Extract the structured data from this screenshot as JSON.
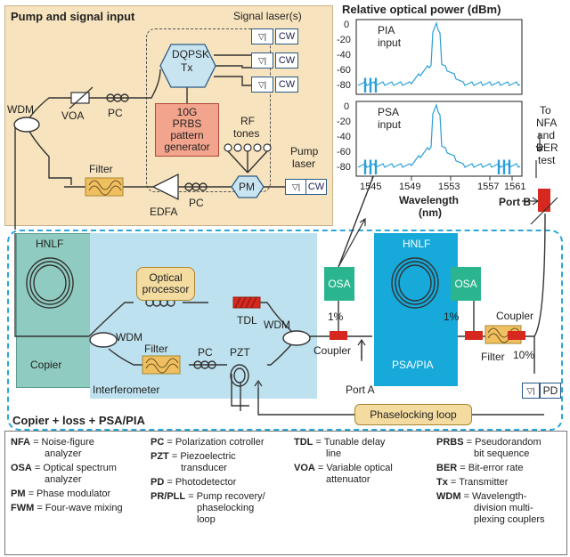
{
  "pump_section": {
    "title": "Pump and signal input",
    "signal_lasers_label": "Signal laser(s)",
    "cw_labels": [
      "CW",
      "CW",
      "CW"
    ],
    "dqpsk_label_1": "DQPSK",
    "dqpsk_label_2": "Tx",
    "prbs_label_1": "10G",
    "prbs_label_2": "PRBS",
    "prbs_label_3": "pattern",
    "prbs_label_4": "generator",
    "rf_label_1": "RF",
    "rf_label_2": "tones",
    "pump_laser_label_1": "Pump",
    "pump_laser_label_2": "laser",
    "pump_cw_label": "CW",
    "pm_label": "PM",
    "pc_top_label": "PC",
    "pc_bottom_label": "PC",
    "voa_label": "VOA",
    "wdm_label": "WDM",
    "filter_label": "Filter",
    "edfa_label": "EDFA"
  },
  "spectra": {
    "title": "Relative optical power (dBm)",
    "panel_1_label_1": "PIA",
    "panel_1_label_2": "input",
    "panel_2_label_1": "PSA",
    "panel_2_label_2": "input",
    "y_ticks": [
      "0",
      "-20",
      "-40",
      "-60",
      "-80"
    ],
    "x_ticks": [
      "1545",
      "1549",
      "1553",
      "1557",
      "1561"
    ],
    "x_label_1": "Wavelength",
    "x_label_2": "(nm)"
  },
  "right_labels": {
    "to_line_1": "To",
    "to_line_2": "NFA",
    "to_line_3": "and",
    "to_line_4": "BER",
    "to_line_5": "test",
    "port_b": "Port B"
  },
  "bottom_section": {
    "hnlf_copier_label": "HNLF",
    "copier_label": "Copier",
    "optical_processor_1": "Optical",
    "optical_processor_2": "processor",
    "tdl_label": "TDL",
    "wdm_left_label": "WDM",
    "wdm_right_label": "WDM",
    "filter_label": "Filter",
    "pc_label": "PC",
    "pzt_label": "PZT",
    "interferometer_label": "Interferometer",
    "osa_left": "OSA",
    "osa_right": "OSA",
    "one_percent_left": "1%",
    "one_percent_right": "1%",
    "coupler_left": "Coupler",
    "coupler_right": "Coupler",
    "hnlf_psa_label": "HNLF",
    "psa_pia_label": "PSA/PIA",
    "filter_right_label": "Filter",
    "ten_percent": "10%",
    "pd_label": "PD",
    "port_a": "Port A",
    "phaselocking_loop": "Phaselocking loop",
    "section_title": "Copier + loss + PSA/PIA"
  },
  "legend": {
    "col1": [
      {
        "abbr": "NFA",
        "def": "= Noise-figure",
        "def2": "analyzer"
      },
      {
        "abbr": "OSA",
        "def": "= Optical spectrum",
        "def2": "analyzer"
      },
      {
        "abbr": "PM",
        "def": "= Phase modulator",
        "def2": ""
      },
      {
        "abbr": "FWM",
        "def": "= Four-wave mixing",
        "def2": ""
      }
    ],
    "col2": [
      {
        "abbr": "PC",
        "def": "= Polarization cotroller",
        "def2": ""
      },
      {
        "abbr": "PZT",
        "def": "= Piezoelectric",
        "def2": "transducer"
      },
      {
        "abbr": "PD",
        "def": "= Photodetector",
        "def2": ""
      },
      {
        "abbr": "PR/PLL",
        "def": "= Pump recovery/",
        "def2": "phaselocking",
        "def3": "loop"
      }
    ],
    "col3": [
      {
        "abbr": "TDL",
        "def": "= Tunable delay",
        "def2": "line"
      },
      {
        "abbr": "VOA",
        "def": "= Variable optical",
        "def2": "attenuator"
      }
    ],
    "col4": [
      {
        "abbr": "PRBS",
        "def": "= Pseudorandom",
        "def2": "bit sequence"
      },
      {
        "abbr": "BER",
        "def": "= Bit-error rate",
        "def2": ""
      },
      {
        "abbr": "Tx",
        "def": "= Transmitter",
        "def2": ""
      },
      {
        "abbr": "WDM",
        "def": "= Wavelength-",
        "def2": "division multi-",
        "def3": "plexing couplers"
      }
    ]
  },
  "colors": {
    "pump_bg": "#f7e3bd",
    "copier_bg": "#8fcbc0",
    "interferometer_bg": "#bde1ee",
    "psa_bg": "#16a9d9",
    "osa_bg": "#2bb58f",
    "prbs_bg": "#f3a48c",
    "phaselock_bg": "#f4dba0",
    "accent_red": "#d6281f",
    "spectrum_line": "#2a9fd6"
  }
}
